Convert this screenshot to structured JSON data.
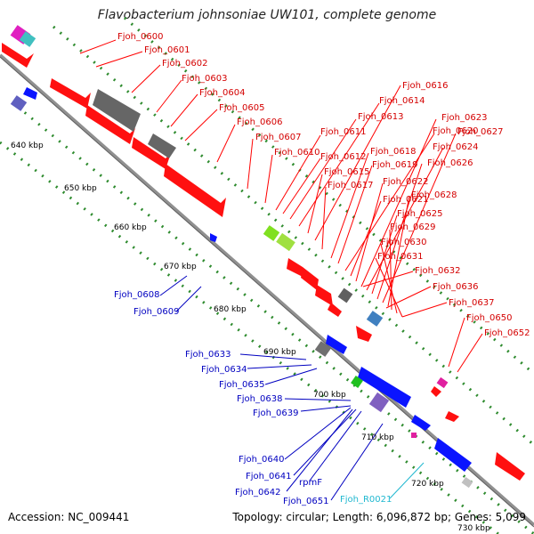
{
  "header": {
    "title": "Flavobacterium johnsoniae UW101, complete genome"
  },
  "footer": {
    "accession": "Accession: NC_009441",
    "topology": "Topology: circular; Length: 6,096,872 bp; Genes: 5,099"
  },
  "colors": {
    "forward_gene": "#ff0000",
    "reverse_gene": "#0000ff",
    "label_forward": "#d40000",
    "label_reverse": "#0000c0",
    "label_rna": "#20b8d0",
    "backbone": "#808080",
    "tick_dots": "#2e8b2e"
  },
  "kbp_marks": [
    "640 kbp",
    "650 kbp",
    "660 kbp",
    "670 kbp",
    "680 kbp",
    "690 kbp",
    "700 kbp",
    "710 kbp",
    "720 kbp",
    "730 kbp"
  ],
  "forward_labels": [
    "Fjoh_0600",
    "Fjoh_0601",
    "Fjoh_0602",
    "Fjoh_0603",
    "Fjoh_0604",
    "Fjoh_0605",
    "Fjoh_0606",
    "Fjoh_0607",
    "Fjoh_0610",
    "Fjoh_0611",
    "Fjoh_0612",
    "Fjoh_0613",
    "Fjoh_0614",
    "Fjoh_0615",
    "Fjoh_0616",
    "Fjoh_0617",
    "Fjoh_0618",
    "Fjoh_0619",
    "Fjoh_0620",
    "Fjoh_0621",
    "Fjoh_0622",
    "Fjoh_0623",
    "Fjoh_0624",
    "Fjoh_0625",
    "Fjoh_0626",
    "Fjoh_0627",
    "Fjoh_0628",
    "Fjoh_0629",
    "Fjoh_0630",
    "Fjoh_0631",
    "Fjoh_0632",
    "Fjoh_0636",
    "Fjoh_0637",
    "Fjoh_0650",
    "Fjoh_0652"
  ],
  "reverse_labels": [
    "Fjoh_0608",
    "Fjoh_0609",
    "Fjoh_0633",
    "Fjoh_0634",
    "Fjoh_0635",
    "Fjoh_0638",
    "Fjoh_0639",
    "Fjoh_0640",
    "Fjoh_0641",
    "rpmF",
    "Fjoh_0642",
    "Fjoh_0651"
  ],
  "rna_labels": [
    "Fjoh_R0021"
  ]
}
